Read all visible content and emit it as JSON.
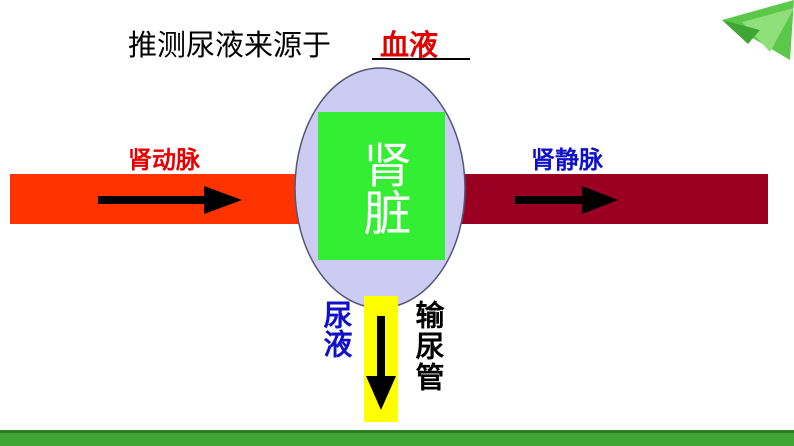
{
  "question": {
    "text": "推测尿液来源于",
    "answer": "血液"
  },
  "vessels": {
    "artery": {
      "label": "肾动脉",
      "color": "#ff3300",
      "label_color": "#e60000"
    },
    "vein": {
      "label": "肾静脉",
      "color": "#990022",
      "label_color": "#1010c8"
    }
  },
  "kidney": {
    "label": "肾脏",
    "box_color": "#33ee33",
    "oval_color": "#ccccf2"
  },
  "urine": {
    "label": "尿液",
    "label_color": "#1010c8"
  },
  "ureter": {
    "label": "输尿管",
    "color": "#ffff00"
  },
  "decor": {
    "bottom_bar_color": "#3fa535",
    "corner_icon": "green-paper-crane-icon"
  }
}
